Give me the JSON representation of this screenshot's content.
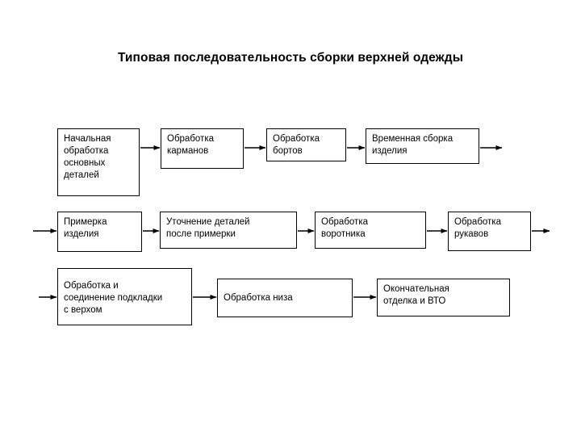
{
  "title": "Типовая последовательность сборки верхней одежды",
  "diagram": {
    "type": "flowchart",
    "orientation": "left-to-right, wrapping into 3 rows",
    "nodes": [
      {
        "id": "n1",
        "label": "Начальная\nобработка\n основных\nдеталей",
        "row": 1,
        "order": 1
      },
      {
        "id": "n2",
        "label": "Обработка\n карманов",
        "row": 1,
        "order": 2
      },
      {
        "id": "n3",
        "label": "Обработка\nбортов",
        "row": 1,
        "order": 3
      },
      {
        "id": "n4",
        "label": "Временная сборка\nизделия",
        "row": 1,
        "order": 4
      },
      {
        "id": "n5",
        "label": "Примерка\n изделия",
        "row": 2,
        "order": 1
      },
      {
        "id": "n6",
        "label": "Уточнение деталей\nпосле примерки",
        "row": 2,
        "order": 2
      },
      {
        "id": "n7",
        "label": "Обработка\n воротника",
        "row": 2,
        "order": 3
      },
      {
        "id": "n8",
        "label": "Обработка\nрукавов",
        "row": 2,
        "order": 4
      },
      {
        "id": "n9",
        "label": "Обработка и\nсоединение подкладки\nс верхом",
        "row": 3,
        "order": 1
      },
      {
        "id": "n10",
        "label": "Обработка низа",
        "row": 3,
        "order": 2
      },
      {
        "id": "n11",
        "label": "Окончательная\n отделка и ВТО",
        "row": 3,
        "order": 3
      }
    ],
    "edges": [
      {
        "from": "n1",
        "to": "n2"
      },
      {
        "from": "n2",
        "to": "n3"
      },
      {
        "from": "n3",
        "to": "n4"
      },
      {
        "from": "n4",
        "to": "n5"
      },
      {
        "from": "n5",
        "to": "n6"
      },
      {
        "from": "n6",
        "to": "n7"
      },
      {
        "from": "n7",
        "to": "n8"
      },
      {
        "from": "n8",
        "to": "n9"
      },
      {
        "from": "n9",
        "to": "n10"
      },
      {
        "from": "n10",
        "to": "n11"
      }
    ]
  },
  "colors": {
    "background": "#ffffff",
    "stroke": "#000000",
    "text": "#000000"
  }
}
